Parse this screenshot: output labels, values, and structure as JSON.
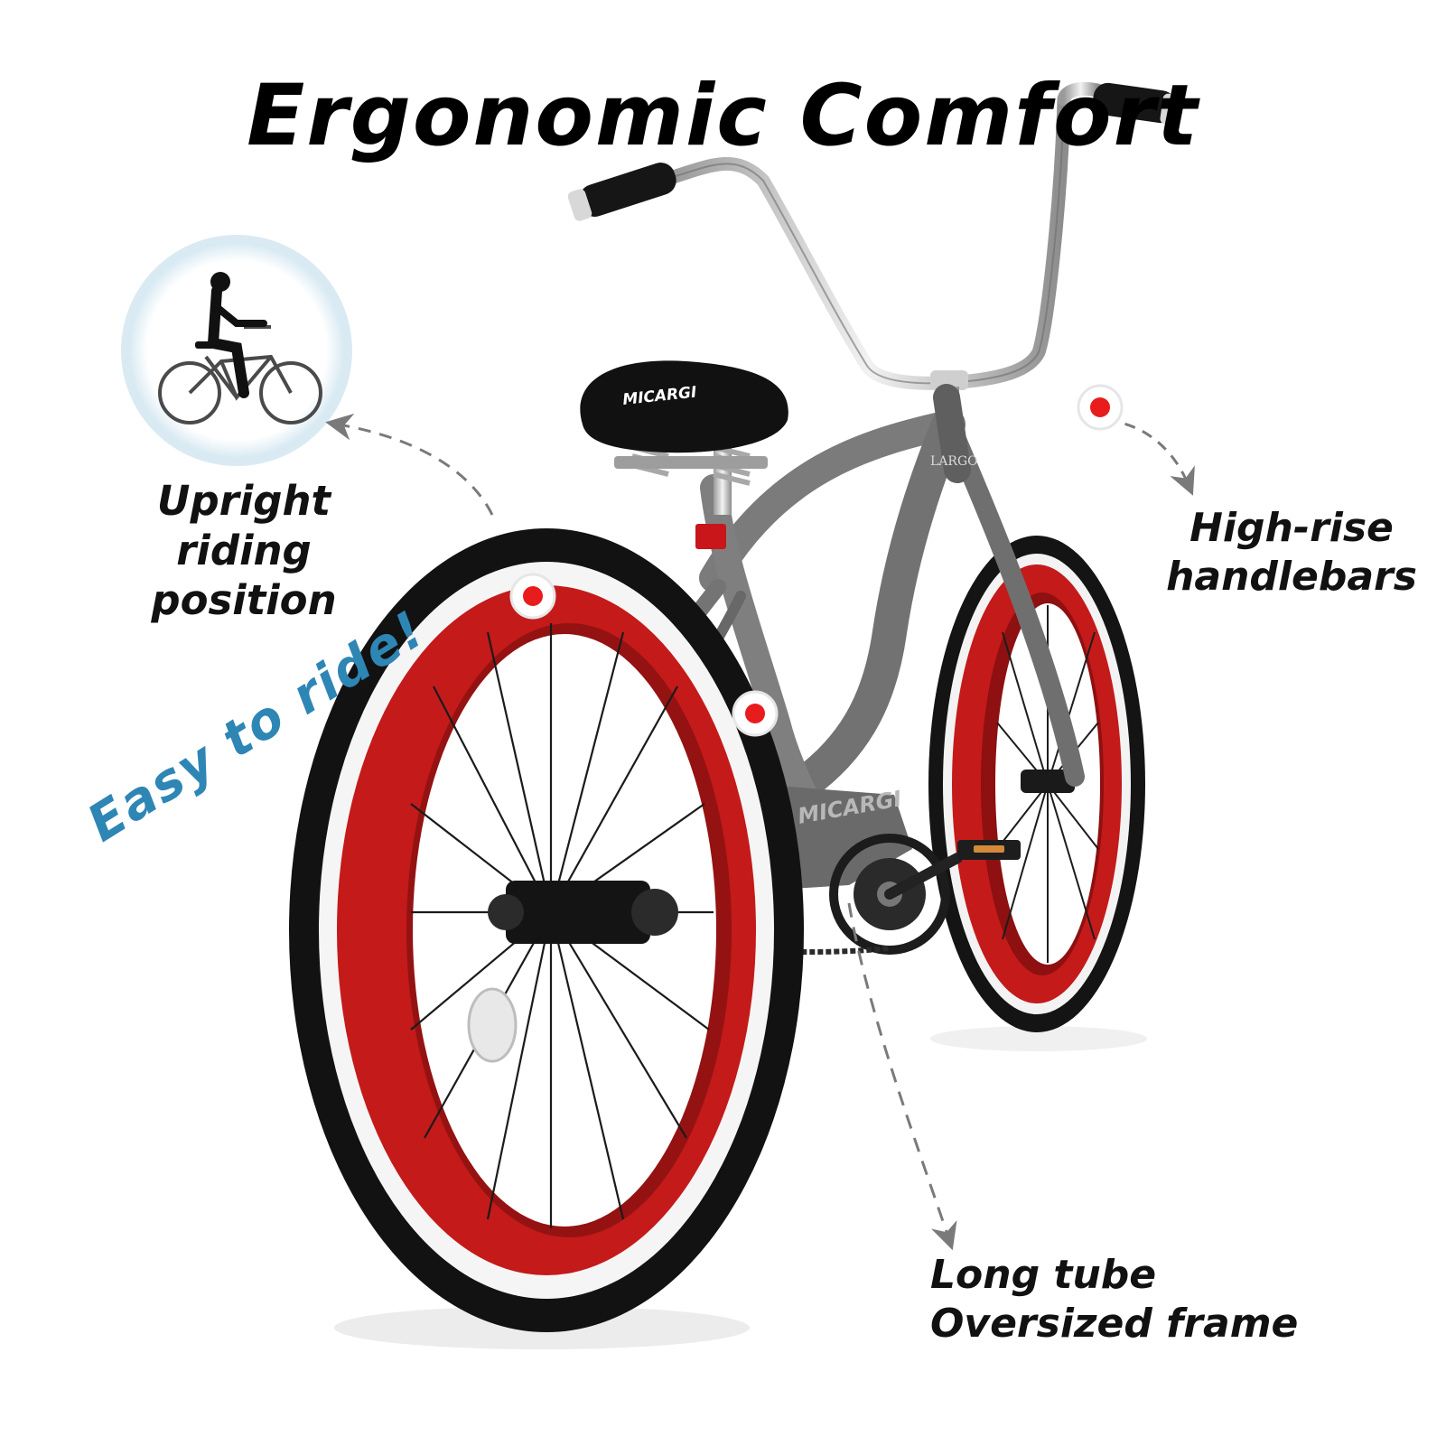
{
  "headline": "Ergonomic Comfort",
  "callouts": {
    "upright": [
      "Upright",
      "riding",
      "position"
    ],
    "high_rise": [
      "High-rise",
      "handlebars"
    ],
    "long_tube": [
      "Long tube",
      "Oversized frame"
    ]
  },
  "slogan": "Easy to ride!",
  "brand": {
    "seat_logo": "MICARGI",
    "frame_logo": "MICARGI",
    "model_name": "LARGO"
  },
  "colors": {
    "frame": "#7b7b7b",
    "rim": "#c41a1a",
    "tire": "#111111",
    "whitewall": "#f4f4f4",
    "marker": "#e81c1c",
    "slogan": "#2e86b5",
    "arrow": "#7a7a7a"
  },
  "icons": [
    "rider-silhouette-icon",
    "hotspot-marker-icon",
    "dashed-arrow-icon"
  ]
}
